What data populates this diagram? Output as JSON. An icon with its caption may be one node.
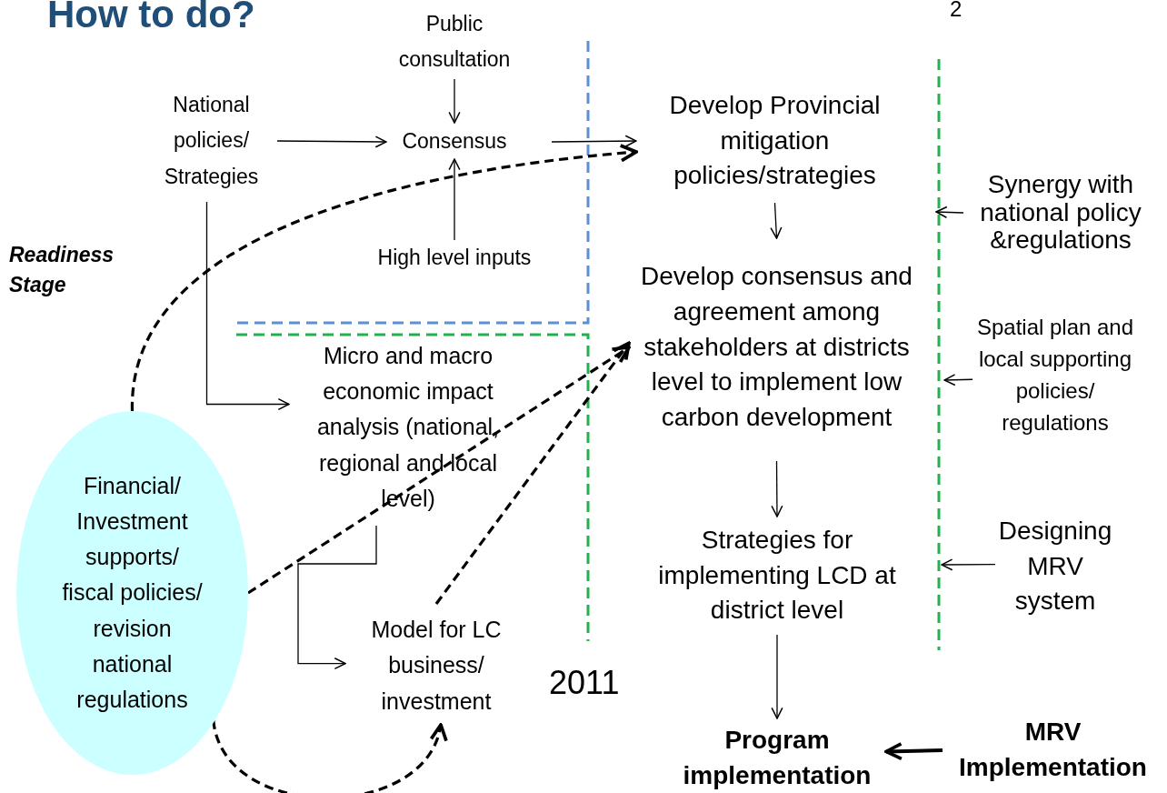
{
  "diagram": {
    "title": "How to do?",
    "nodes": [
      {
        "text": [
          "National policies/ Strategies"
        ]
      },
      {
        "text": [
          "Public consultation"
        ]
      },
      {
        "text": [
          "Consensus"
        ]
      },
      {
        "text": [
          "High level inputs"
        ]
      },
      {
        "text": [
          "Develop Provincial mitigation policies/strategies"
        ]
      },
      {
        "text": [
          "Develop consensus and agreement among stakeholders at districts level to implement low carbon development"
        ]
      },
      {
        "text": [
          "Strategies for implementing LCD at district level"
        ]
      },
      {
        "text": [
          "Program implementation"
        ]
      },
      {
        "text": [
          "MRV Implementation"
        ]
      },
      {
        "text": [
          "Synergy with national policy &regulations"
        ]
      },
      {
        "text": [
          "Spatial plan and local supporting policies/ regulations"
        ]
      },
      {
        "text": [
          "Designing MRV system"
        ]
      },
      {
        "text": [
          "Micro and macro economic impact analysis (national, regional and local level)"
        ]
      },
      {
        "text": [
          "Model for LC business/ investment"
        ]
      },
      {
        "text": [
          "Financial/ Investment supports/ fiscal policies/ revision national regulations"
        ]
      }
    ],
    "edges": [
      {
        "from": 0,
        "to": 2,
        "arrow": "to"
      },
      {
        "from": 1,
        "to": 2,
        "arrow": "to"
      },
      {
        "from": 3,
        "to": 2,
        "arrow": "to"
      },
      {
        "from": 2,
        "to": 4,
        "arrow": "to"
      },
      {
        "from": 14,
        "to": 4,
        "arrow": "to",
        "style": "dashed"
      },
      {
        "from": 14,
        "to": 5,
        "arrow": "to",
        "style": "dashed"
      },
      {
        "from": 13,
        "to": 5,
        "arrow": "to",
        "style": "dashed"
      },
      {
        "from": 14,
        "to": 13,
        "arrow": "to",
        "style": "dashed"
      },
      {
        "from": 4,
        "to": 5,
        "arrow": "to"
      },
      {
        "from": 5,
        "to": 6,
        "arrow": "to"
      },
      {
        "from": 6,
        "to": 7,
        "arrow": "to"
      },
      {
        "from": 8,
        "to": 7,
        "arrow": "to",
        "style": "thick"
      },
      {
        "from": 9,
        "to": null,
        "arrow": "to"
      },
      {
        "from": 10,
        "to": null,
        "arrow": "to"
      },
      {
        "from": 11,
        "to": null,
        "arrow": "to"
      },
      {
        "from": 0,
        "to": 12,
        "arrow": "to"
      },
      {
        "from": 12,
        "to": 13,
        "arrow": "to"
      }
    ],
    "labels": [
      "2",
      "Readiness Stage",
      "2011"
    ]
  }
}
